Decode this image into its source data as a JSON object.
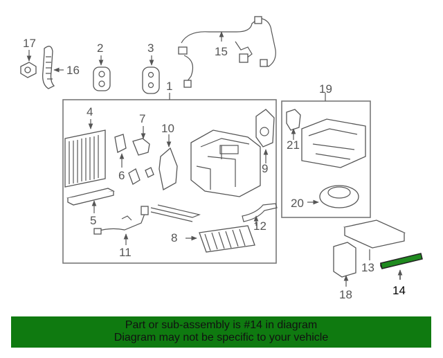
{
  "diagram": {
    "callouts": {
      "c1": "1",
      "c2": "2",
      "c3": "3",
      "c4": "4",
      "c5": "5",
      "c6": "6",
      "c7": "7",
      "c8": "8",
      "c9": "9",
      "c10": "10",
      "c11": "11",
      "c12": "12",
      "c13": "13",
      "c14": "14",
      "c15": "15",
      "c16": "16",
      "c17": "17",
      "c18": "18",
      "c19": "19",
      "c20": "20",
      "c21": "21"
    },
    "highlighted_part": "14",
    "highlight_color": "#1f8a1f"
  },
  "banner": {
    "line1": "Part or sub-assembly is #14 in diagram",
    "line2": "Diagram may not be specific to your vehicle",
    "color": "#0f7a10"
  }
}
